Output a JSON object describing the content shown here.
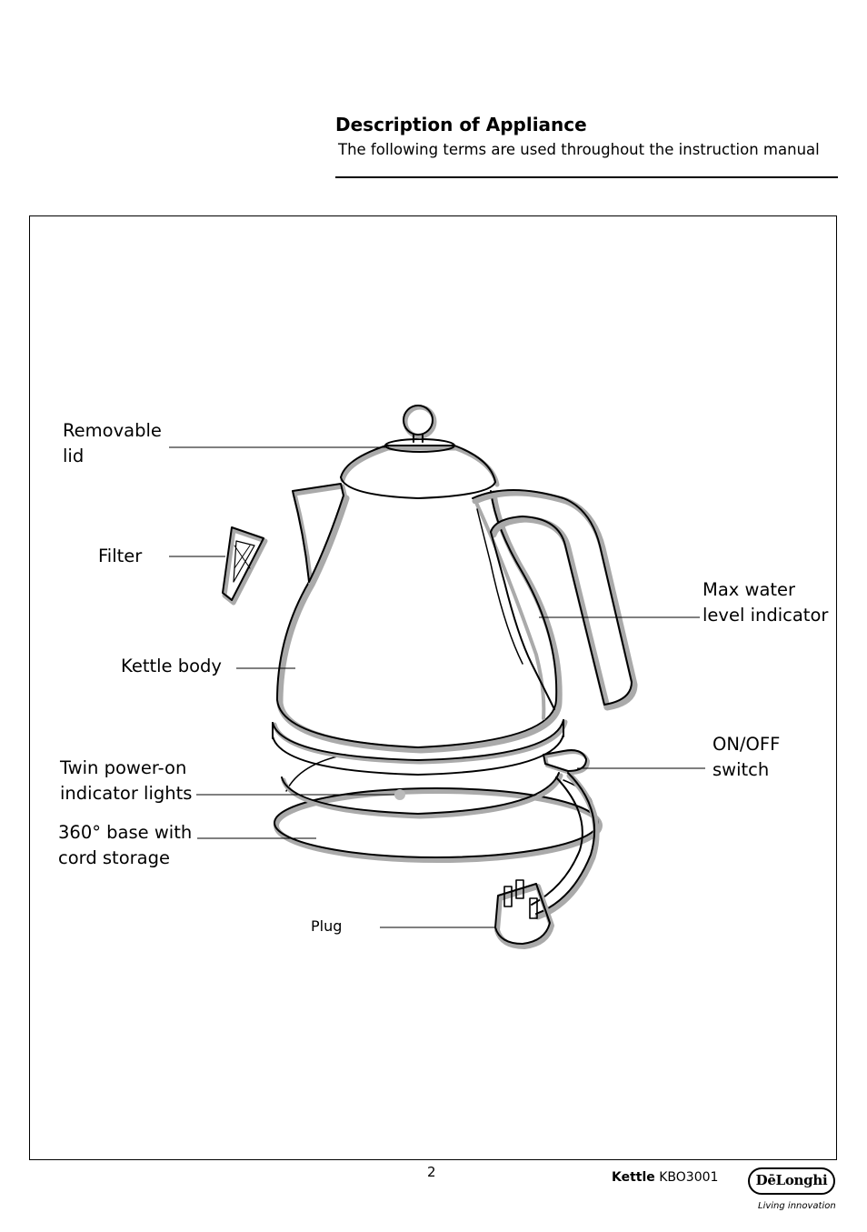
{
  "header": {
    "title": "Description of Appliance",
    "subtitle": "The following terms are used throughout the instruction manual"
  },
  "labels": {
    "removable_lid": [
      "Removable",
      "lid"
    ],
    "filter": "Filter",
    "kettle_body": "Kettle body",
    "twin_power_lights": [
      "Twin power-on",
      "indicator lights"
    ],
    "base": [
      "360° base with",
      "cord storage"
    ],
    "plug": "Plug",
    "max_water": [
      "Max water",
      "level indicator"
    ],
    "on_off_switch": [
      "ON/OFF",
      "switch"
    ]
  },
  "footer": {
    "page_number": "2",
    "product_name": "Kettle",
    "model": "KBO3001",
    "brand": "DēLonghi",
    "tagline": "Living innovation"
  }
}
